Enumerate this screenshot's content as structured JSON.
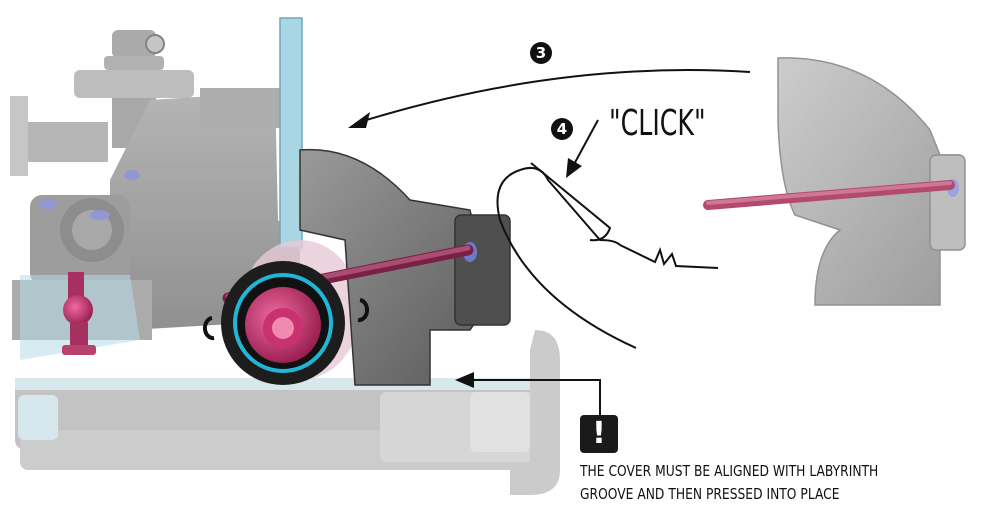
{
  "steps": {
    "step3": "3",
    "step4": "4"
  },
  "click_label": "\"CLICK\"",
  "warning": {
    "icon_text": "!",
    "line1": "THE COVER MUST BE ALIGNED WITH LABYRINTH",
    "line2": "GROOVE AND THEN PRESSED INTO PLACE"
  },
  "colors": {
    "part_gray": "#8e8e8e",
    "part_dark": "#6b6b6b",
    "pin_red": "#b24a6e",
    "magenta": "#c2185b",
    "cyan_ring": "#22b5d6",
    "light_blue": "#a9d6e3",
    "blue_washer": "#6f79c9"
  },
  "icons": [
    "arrow-curved-left-icon",
    "finger-press-icon",
    "warning-exclamation-icon",
    "arrow-left-icon"
  ]
}
